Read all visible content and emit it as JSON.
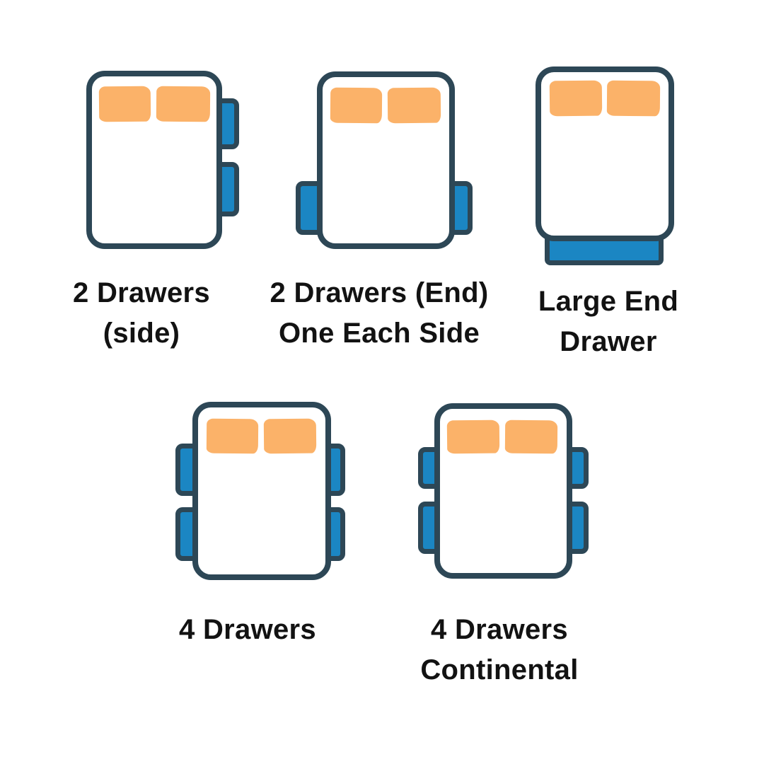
{
  "colors": {
    "outline": "#2d4756",
    "drawer": "#1b86c3",
    "pillow": "#fbb269",
    "text": "#121212",
    "bg": "#ffffff"
  },
  "figures": [
    {
      "id": "2-drawers-side",
      "label_line1": "2 Drawers",
      "label_line2": "(side)",
      "drawer_config": "two drawers on right side"
    },
    {
      "id": "2-drawers-end-one-each-side",
      "label_line1": "2 Drawers (End)",
      "label_line2": "One Each Side",
      "drawer_config": "one drawer on each side near foot end"
    },
    {
      "id": "large-end-drawer",
      "label_line1": "Large End",
      "label_line2": "Drawer",
      "drawer_config": "one large drawer at foot end"
    },
    {
      "id": "4-drawers",
      "label_line1": "4 Drawers",
      "label_line2": "",
      "drawer_config": "two drawers on each side"
    },
    {
      "id": "4-drawers-continental",
      "label_line1": "4 Drawers",
      "label_line2": "Continental",
      "drawer_config": "two drawers on each side, shorter upper drawers"
    }
  ]
}
